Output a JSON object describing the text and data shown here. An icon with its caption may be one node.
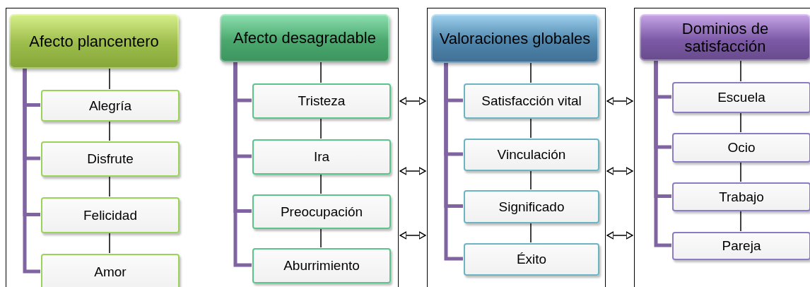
{
  "diagram": {
    "nodes": [
      {
        "text": [],
        "shape": "box"
      },
      {
        "text": [
          "Afecto plancentero"
        ],
        "in": 0
      },
      {
        "text": [
          "Alegría"
        ],
        "in": 0
      },
      {
        "text": [
          "Disfrute"
        ],
        "in": 0
      },
      {
        "text": [
          "Felicidad"
        ],
        "in": 0
      },
      {
        "text": [
          "Amor"
        ],
        "in": 0
      },
      {
        "text": [
          "Afecto desagradable"
        ],
        "in": 0
      },
      {
        "text": [
          "Tristeza"
        ],
        "in": 0
      },
      {
        "text": [
          "Ira"
        ],
        "in": 0
      },
      {
        "text": [
          "Preocupación"
        ],
        "in": 0
      },
      {
        "text": [
          "Aburrimiento"
        ],
        "in": 0
      },
      {
        "text": [],
        "shape": "box"
      },
      {
        "text": [
          "Valoraciones globales"
        ],
        "in": 11
      },
      {
        "text": [
          "Satisfacción vital"
        ],
        "in": 11
      },
      {
        "text": [
          "Vinculación"
        ],
        "in": 11
      },
      {
        "text": [
          "Significado"
        ],
        "in": 11
      },
      {
        "text": [
          "Éxito"
        ],
        "in": 11
      },
      {
        "text": [],
        "shape": "box"
      },
      {
        "text": [
          "Dominios de satisfacción"
        ],
        "in": 17
      },
      {
        "text": [
          "Escuela"
        ],
        "in": 17
      },
      {
        "text": [
          "Ocio"
        ],
        "in": 17
      },
      {
        "text": [
          "Trabajo"
        ],
        "in": 17
      },
      {
        "text": [
          "Pareja"
        ],
        "in": 17
      }
    ],
    "edges": [
      {
        "from": 1,
        "to": 2,
        "arrow": "none",
        "style": "thick",
        "color": "#8064a2"
      },
      {
        "from": 1,
        "to": 3,
        "arrow": "none",
        "style": "thick",
        "color": "#8064a2"
      },
      {
        "from": 1,
        "to": 4,
        "arrow": "none",
        "style": "thick",
        "color": "#8064a2"
      },
      {
        "from": 1,
        "to": 5,
        "arrow": "none",
        "style": "thick",
        "color": "#8064a2"
      },
      {
        "from": 1,
        "to": 2,
        "arrow": "none"
      },
      {
        "from": 2,
        "to": 3,
        "arrow": "none"
      },
      {
        "from": 3,
        "to": 4,
        "arrow": "none"
      },
      {
        "from": 4,
        "to": 5,
        "arrow": "none"
      },
      {
        "from": 6,
        "to": 7,
        "arrow": "none",
        "style": "thick",
        "color": "#8064a2"
      },
      {
        "from": 6,
        "to": 8,
        "arrow": "none",
        "style": "thick",
        "color": "#8064a2"
      },
      {
        "from": 6,
        "to": 9,
        "arrow": "none",
        "style": "thick",
        "color": "#8064a2"
      },
      {
        "from": 6,
        "to": 10,
        "arrow": "none",
        "style": "thick",
        "color": "#8064a2"
      },
      {
        "from": 6,
        "to": 7,
        "arrow": "none"
      },
      {
        "from": 7,
        "to": 8,
        "arrow": "none"
      },
      {
        "from": 8,
        "to": 9,
        "arrow": "none"
      },
      {
        "from": 9,
        "to": 10,
        "arrow": "none"
      },
      {
        "from": 12,
        "to": 13,
        "arrow": "none",
        "style": "thick",
        "color": "#8064a2"
      },
      {
        "from": 12,
        "to": 14,
        "arrow": "none",
        "style": "thick",
        "color": "#8064a2"
      },
      {
        "from": 12,
        "to": 15,
        "arrow": "none",
        "style": "thick",
        "color": "#8064a2"
      },
      {
        "from": 12,
        "to": 16,
        "arrow": "none",
        "style": "thick",
        "color": "#8064a2"
      },
      {
        "from": 12,
        "to": 13,
        "arrow": "none"
      },
      {
        "from": 13,
        "to": 14,
        "arrow": "none"
      },
      {
        "from": 14,
        "to": 15,
        "arrow": "none"
      },
      {
        "from": 15,
        "to": 16,
        "arrow": "none"
      },
      {
        "from": 18,
        "to": 19,
        "arrow": "none",
        "style": "thick",
        "color": "#8064a2"
      },
      {
        "from": 18,
        "to": 20,
        "arrow": "none",
        "style": "thick",
        "color": "#8064a2"
      },
      {
        "from": 18,
        "to": 21,
        "arrow": "none",
        "style": "thick",
        "color": "#8064a2"
      },
      {
        "from": 18,
        "to": 22,
        "arrow": "none",
        "style": "thick",
        "color": "#8064a2"
      },
      {
        "from": 18,
        "to": 19,
        "arrow": "none"
      },
      {
        "from": 19,
        "to": 20,
        "arrow": "none"
      },
      {
        "from": 20,
        "to": 21,
        "arrow": "none"
      },
      {
        "from": 21,
        "to": 22,
        "arrow": "none"
      },
      {
        "from": 0,
        "to": 11,
        "arrow": "both"
      },
      {
        "from": 0,
        "to": 11,
        "arrow": "both"
      },
      {
        "from": 0,
        "to": 11,
        "arrow": "both"
      },
      {
        "from": 11,
        "to": 17,
        "arrow": "both"
      },
      {
        "from": 11,
        "to": 17,
        "arrow": "both"
      },
      {
        "from": 11,
        "to": 17,
        "arrow": "both"
      }
    ]
  }
}
